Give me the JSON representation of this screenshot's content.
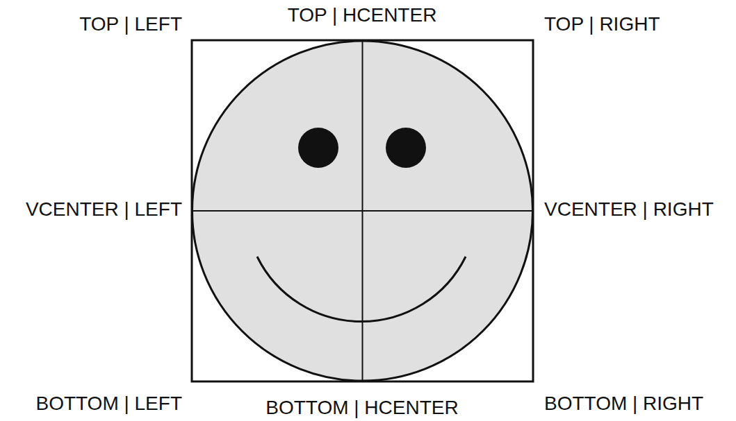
{
  "diagram": {
    "labels": [
      "TOP | LEFT",
      "TOP | HCENTER",
      "TOP | RIGHT",
      "VCENTER | LEFT",
      "VCENTER | RIGHT",
      "BOTTOM | LEFT",
      "BOTTOM | HCENTER",
      "BOTTOM | RIGHT"
    ]
  }
}
